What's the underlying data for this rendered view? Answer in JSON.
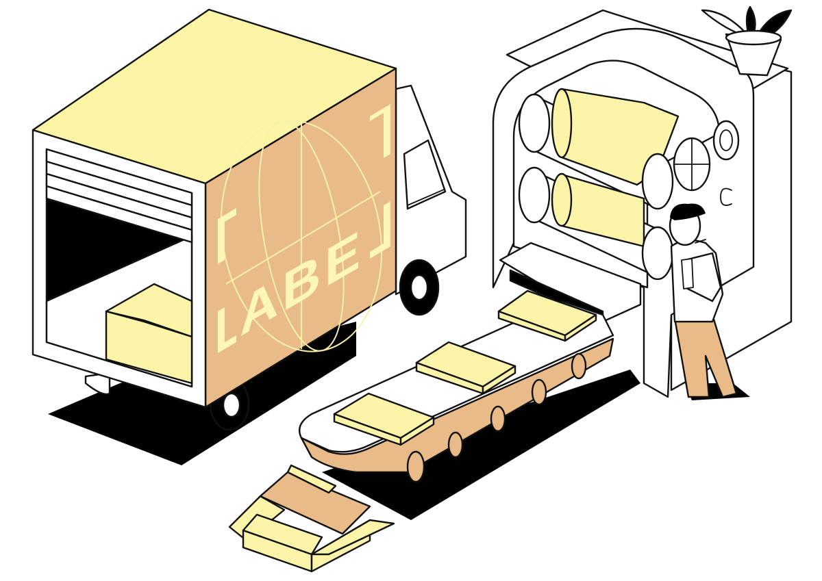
{
  "illustration": {
    "truck_logo": {
      "letters": [
        "A",
        "B",
        "E"
      ],
      "brackets": true
    },
    "colors": {
      "outline": "#111111",
      "background": "#ffffff",
      "pale_yellow": "#fbf4a9",
      "light_yellow": "#fdf7b7",
      "tan": "#e8bb88",
      "shadow": "#000000"
    },
    "icons": [
      "delivery-truck",
      "printing-press",
      "conveyor-belt",
      "open-cardboard-box",
      "potted-plant",
      "worker-figure"
    ]
  }
}
